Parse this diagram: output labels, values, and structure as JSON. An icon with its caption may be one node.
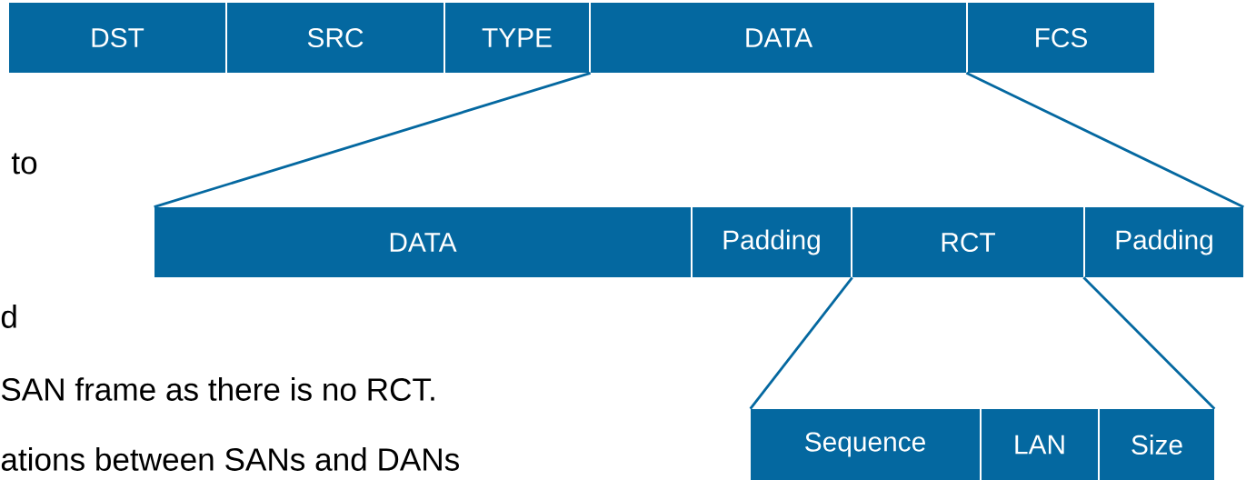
{
  "diagram": {
    "nodes": [
      {
        "text": [
          "DST"
        ]
      },
      {
        "text": [
          "SRC"
        ]
      },
      {
        "text": [
          "TYPE"
        ]
      },
      {
        "text": [
          "DATA"
        ]
      },
      {
        "text": [
          "FCS"
        ]
      },
      {
        "text": [
          "DATA"
        ]
      },
      {
        "text": [
          "Padding"
        ]
      },
      {
        "text": [
          "RCT"
        ]
      },
      {
        "text": [
          "Padding"
        ]
      },
      {
        "text": [
          "Sequence"
        ]
      },
      {
        "text": [
          "LAN"
        ]
      },
      {
        "text": [
          "Size"
        ]
      }
    ],
    "edges": [
      {
        "from": 3,
        "to": 5,
        "arrow": "none"
      },
      {
        "from": 3,
        "to": 8,
        "arrow": "none"
      },
      {
        "from": 7,
        "to": 9,
        "arrow": "none"
      },
      {
        "from": 7,
        "to": 11,
        "arrow": "none"
      }
    ],
    "labels": [
      "to",
      "d",
      "SAN frame as there is no RCT.",
      "ations between SANs and DANs"
    ]
  }
}
